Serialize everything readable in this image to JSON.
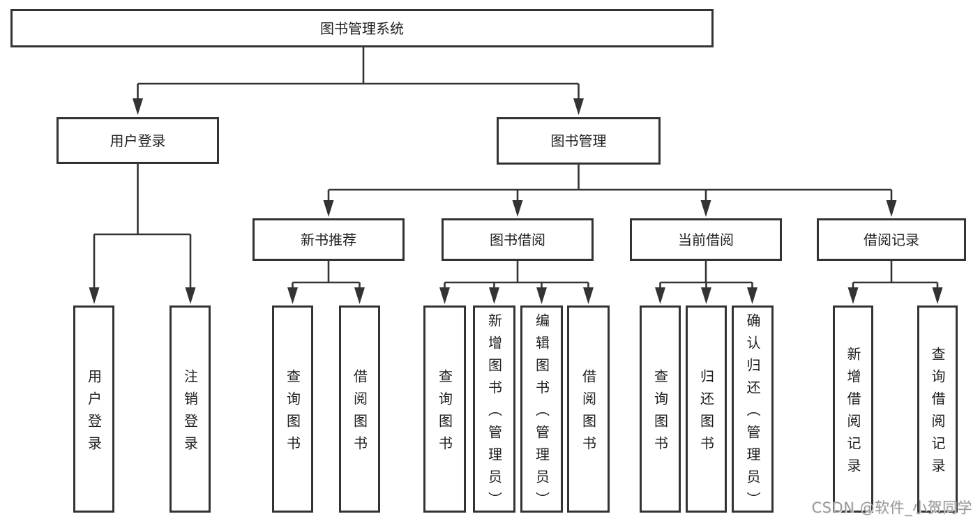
{
  "tree": {
    "root": "图书管理系统",
    "level2": [
      "用户登录",
      "图书管理"
    ],
    "level3": [
      "新书推荐",
      "图书借阅",
      "当前借阅",
      "借阅记录"
    ],
    "leaves": {
      "user_login": [
        "用户登录",
        "注销登录"
      ],
      "new_book": [
        "查询图书",
        "借阅图书"
      ],
      "book_borrow": [
        "查询图书",
        "新增图书（管理员）",
        "编辑图书（管理员）",
        "借阅图书"
      ],
      "current_borrow": [
        "查询图书",
        "归还图书",
        "确认归还（管理员）"
      ],
      "borrow_record": [
        "新增借阅记录",
        "查询借阅记录"
      ]
    }
  },
  "watermark": "CSDN @软件_小贺同学",
  "colors": {
    "line": "#333333",
    "text": "#1f1f1f",
    "background": "#ffffff",
    "watermark": "#9b9b9b"
  }
}
